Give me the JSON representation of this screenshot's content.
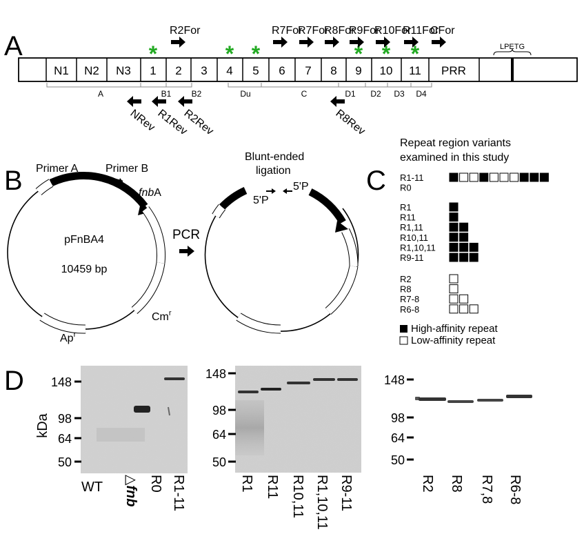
{
  "panel_letters": [
    "A",
    "B",
    "C",
    "D"
  ],
  "A": {
    "domains": [
      "N1",
      "N2",
      "N3",
      "1",
      "2",
      "3",
      "4",
      "5",
      "6",
      "7",
      "8",
      "9",
      "10",
      "11",
      "PRR"
    ],
    "anchor_label": "LPETG",
    "starred": [
      "1",
      "4",
      "5",
      "9",
      "10",
      "11"
    ],
    "forward_primers": [
      "R2For",
      "R7For",
      "R7For",
      "R8For",
      "R9For",
      "R10For",
      "R11For",
      "CFor"
    ],
    "reverse_primers": [
      "NRev",
      "R1Rev",
      "R2Rev",
      "R8Rev"
    ],
    "subregions": [
      "A",
      "B1",
      "B2",
      "Du",
      "C",
      "D1",
      "D2",
      "D3",
      "D4"
    ],
    "star_color": "#22aa22"
  },
  "B": {
    "primer_a": "Primer A",
    "primer_b": "Primer B",
    "gene_label": "fnb",
    "gene_suffix": "A",
    "plasmid_name": "pFnBA4",
    "plasmid_size": "10459 bp",
    "cm_label": "Cm",
    "cm_sup": "r",
    "ap_label": "Ap",
    "ap_sup": "r",
    "pcr_label": "PCR",
    "ligation_line1": "Blunt-ended",
    "ligation_line2": "ligation",
    "phos_left": "5'P",
    "phos_right": "5'P"
  },
  "C": {
    "title_line1": "Repeat region variants",
    "title_line2": "examined in this study",
    "groups": [
      [
        {
          "name": "R1-11",
          "boxes": "FLLFLLLFFF"
        },
        {
          "name": "R0",
          "boxes": ""
        }
      ],
      [
        {
          "name": "R1",
          "boxes": "F"
        },
        {
          "name": "R11",
          "boxes": "F"
        },
        {
          "name": "R1,11",
          "boxes": "FF"
        },
        {
          "name": "R10,11",
          "boxes": "FF"
        },
        {
          "name": "R1,10,11",
          "boxes": "FFF"
        },
        {
          "name": "R9-11",
          "boxes": "FFF"
        }
      ],
      [
        {
          "name": "R2",
          "boxes": "L"
        },
        {
          "name": "R8",
          "boxes": "L"
        },
        {
          "name": "R7-8",
          "boxes": "LL"
        },
        {
          "name": "R6-8",
          "boxes": "LLL"
        }
      ]
    ],
    "legend_high": "High-affinity repeat",
    "legend_low": "Low-affinity repeat"
  },
  "D": {
    "axis_unit": "kDa",
    "markers": [
      "148",
      "98",
      "64",
      "50"
    ],
    "blot1_lanes": [
      "WT",
      "R0",
      "R1-11"
    ],
    "blot1_deletion_symbol": "△",
    "blot1_deletion_gene": "fnb",
    "blot2_lanes": [
      "R1",
      "R11",
      "R10,11",
      "R1,10,11",
      "R9-11"
    ],
    "blot3_lanes": [
      "R2",
      "R8",
      "R7,8",
      "R6-8"
    ]
  }
}
